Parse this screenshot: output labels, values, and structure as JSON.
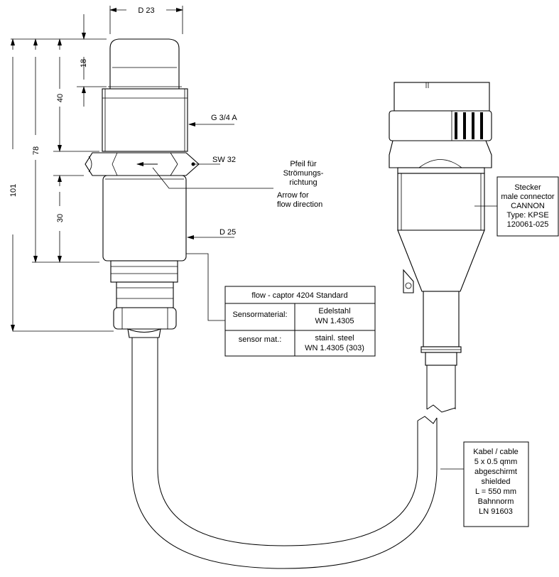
{
  "dimensions": {
    "top_diameter": "D 23",
    "cap_height": "18",
    "thread_height": "40",
    "total_height": "78",
    "overall_height": "101",
    "body_height": "30",
    "thread": "G 3/4 A",
    "wrench_size": "SW 32",
    "body_diameter": "D 25"
  },
  "flow_note": {
    "de_line1": "Pfeil  für",
    "de_line2": "Strömungs-",
    "de_line3": "richtung",
    "en_line1": "Arrow for",
    "en_line2": "flow direction"
  },
  "connector_note": {
    "lines": [
      "Stecker",
      "male connector",
      "CANNON",
      "Type:  KPSE",
      "120061-025"
    ]
  },
  "spec_table": {
    "title": "flow - captor  4204  Standard",
    "rows": [
      {
        "label": "Sensormaterial:",
        "value1": "Edelstahl",
        "value2": "WN 1.4305"
      },
      {
        "label": "sensor mat.:",
        "value1": "stainl.  steel",
        "value2": "WN 1.4305  (303)"
      }
    ]
  },
  "cable_note": {
    "lines": [
      "Kabel  /  cable",
      "5 x 0.5 qmm",
      "abgeschirmt",
      "shielded",
      "L = 550 mm",
      "Bahnnorm",
      "LN 91603"
    ]
  }
}
